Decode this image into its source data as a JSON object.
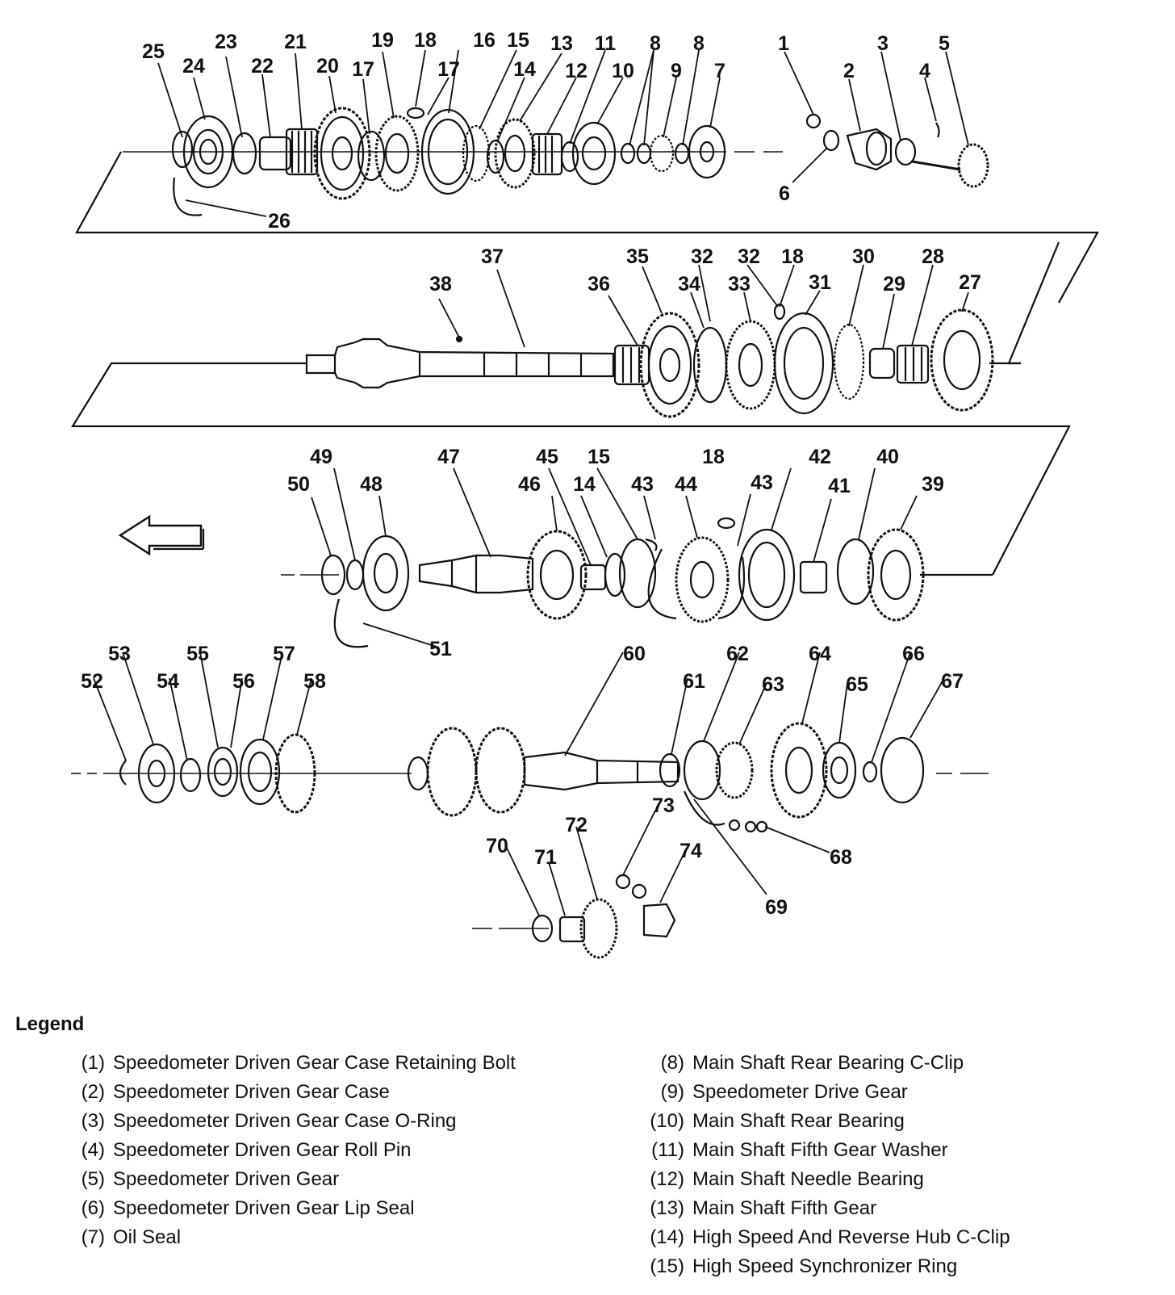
{
  "diagram": {
    "callouts": [
      "1",
      "2",
      "3",
      "4",
      "5",
      "6",
      "7",
      "8",
      "8",
      "9",
      "10",
      "11",
      "12",
      "13",
      "14",
      "15",
      "16",
      "17",
      "17",
      "18",
      "19",
      "20",
      "21",
      "22",
      "23",
      "24",
      "25",
      "26",
      "27",
      "28",
      "29",
      "30",
      "31",
      "32",
      "32",
      "33",
      "34",
      "35",
      "36",
      "37",
      "38",
      "18",
      "39",
      "40",
      "41",
      "42",
      "43",
      "43",
      "44",
      "14",
      "15",
      "45",
      "18",
      "46",
      "47",
      "48",
      "49",
      "50",
      "51",
      "52",
      "53",
      "54",
      "55",
      "56",
      "57",
      "58",
      "60",
      "61",
      "62",
      "63",
      "64",
      "65",
      "66",
      "67",
      "68",
      "69",
      "70",
      "71",
      "72",
      "73",
      "74"
    ],
    "direction_arrow_icon": "arrow-left-icon"
  },
  "legend": {
    "title": "Legend",
    "left": [
      {
        "num": "(1)",
        "text": "Speedometer Driven Gear Case Retaining Bolt"
      },
      {
        "num": "(2)",
        "text": "Speedometer Driven Gear Case"
      },
      {
        "num": "(3)",
        "text": "Speedometer Driven Gear Case O-Ring"
      },
      {
        "num": "(4)",
        "text": "Speedometer Driven Gear Roll Pin"
      },
      {
        "num": "(5)",
        "text": "Speedometer Driven Gear"
      },
      {
        "num": "(6)",
        "text": "Speedometer Driven Gear Lip Seal"
      },
      {
        "num": "(7)",
        "text": "Oil Seal"
      }
    ],
    "right": [
      {
        "num": "(8)",
        "text": "Main Shaft Rear Bearing C-Clip"
      },
      {
        "num": "(9)",
        "text": "Speedometer Drive Gear"
      },
      {
        "num": "(10)",
        "text": "Main Shaft Rear Bearing"
      },
      {
        "num": "(11)",
        "text": "Main Shaft Fifth Gear Washer"
      },
      {
        "num": "(12)",
        "text": "Main Shaft Needle Bearing"
      },
      {
        "num": "(13)",
        "text": "Main Shaft Fifth Gear"
      },
      {
        "num": "(14)",
        "text": "High Speed And Reverse Hub C-Clip"
      },
      {
        "num": "(15)",
        "text": "High Speed Synchronizer Ring"
      }
    ]
  }
}
